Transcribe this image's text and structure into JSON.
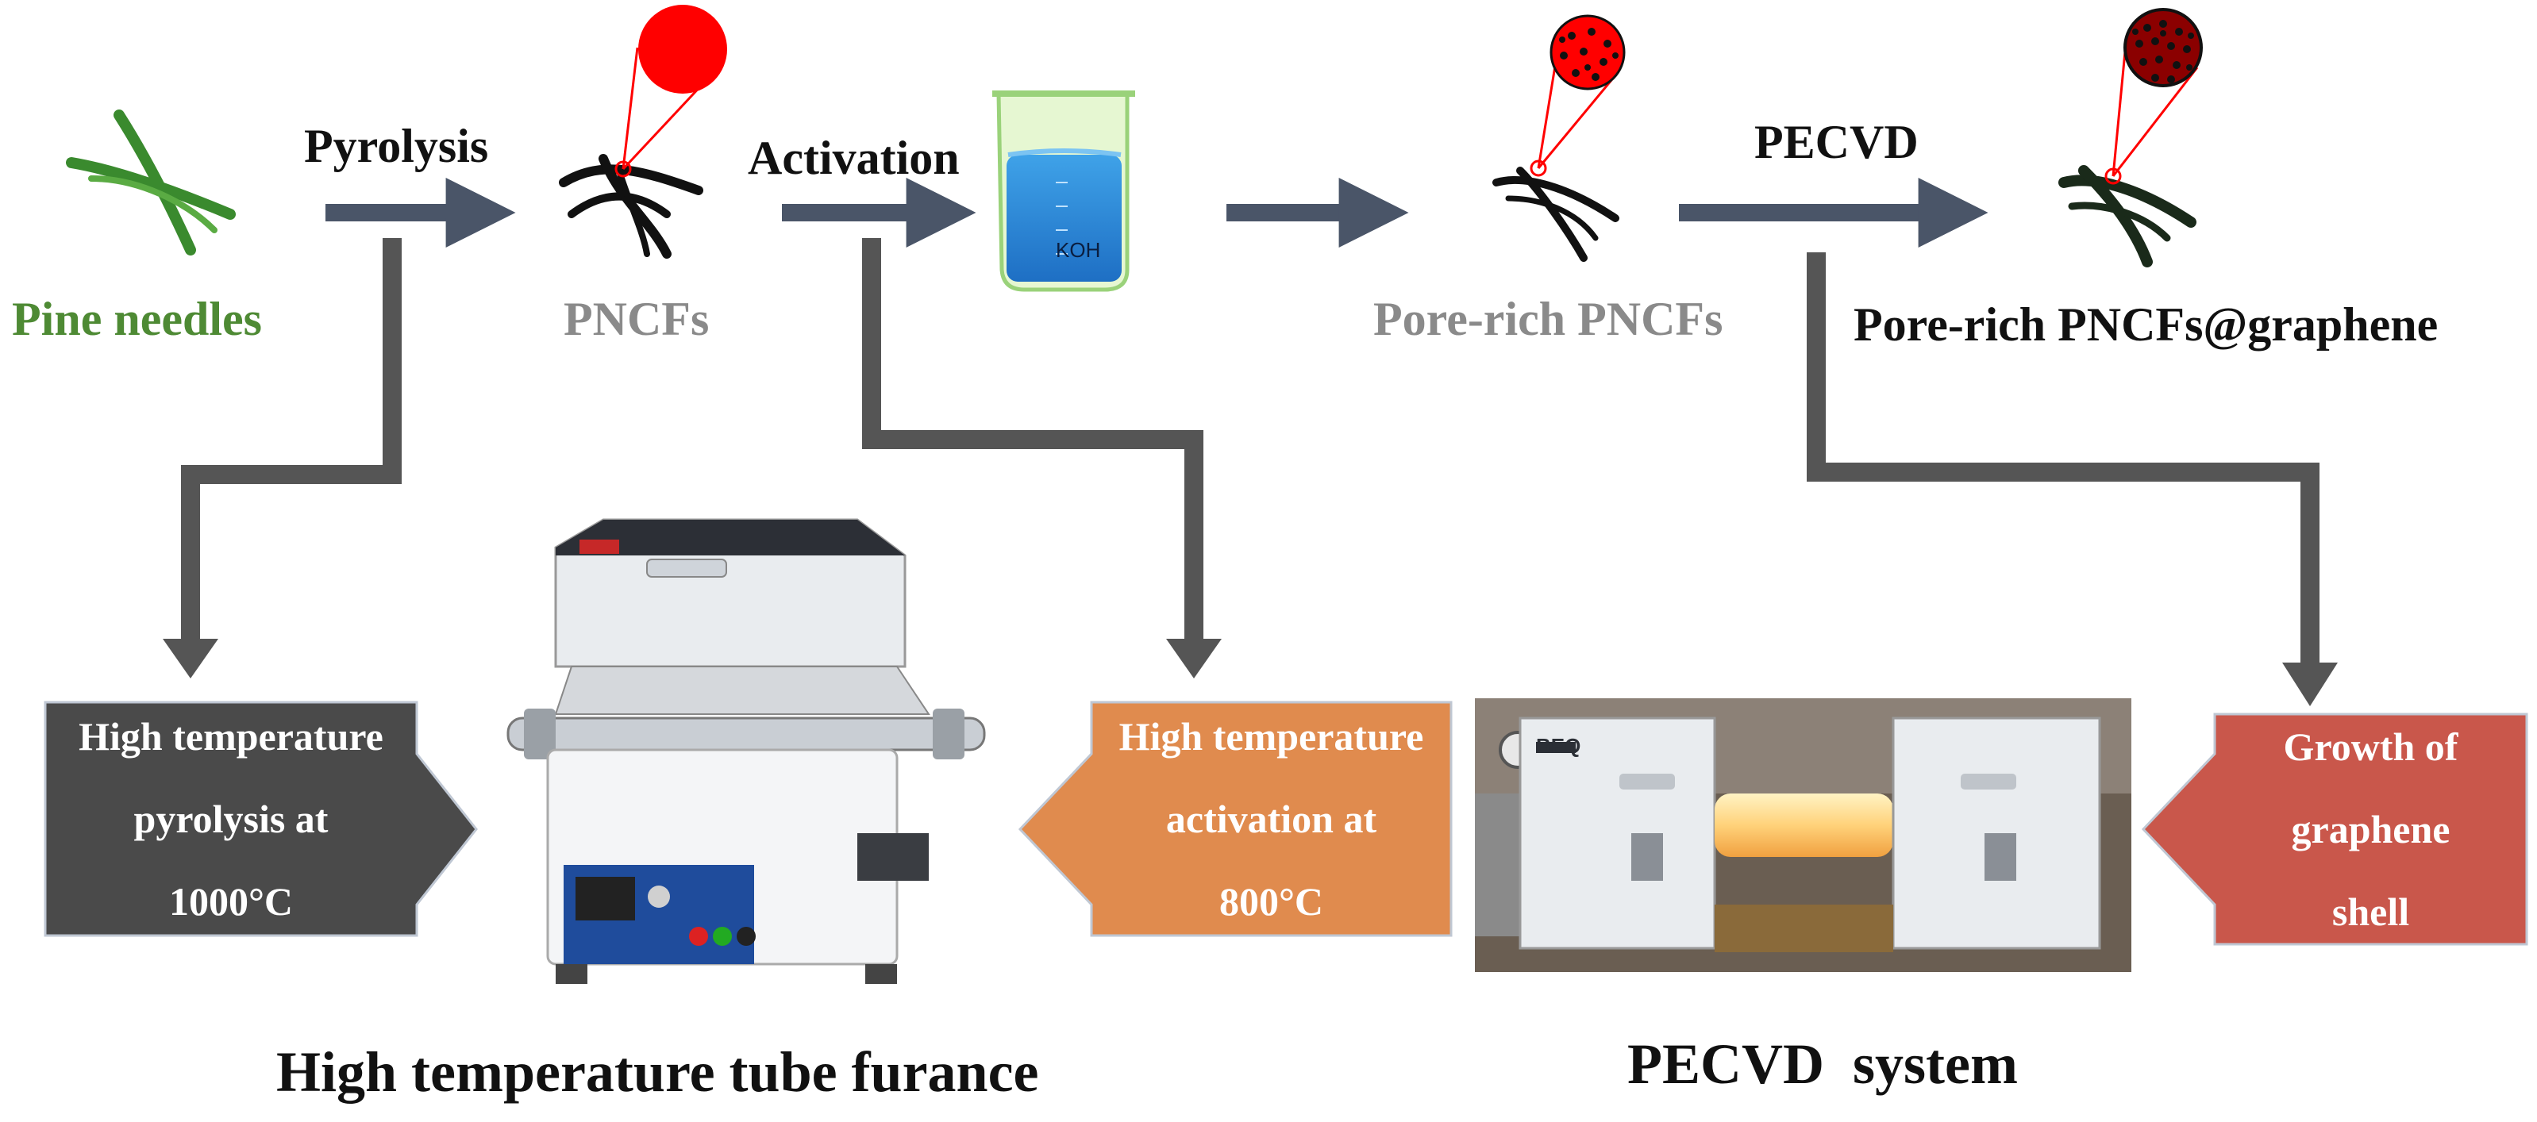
{
  "materials": {
    "pine_needles": "Pine needles",
    "pncfs": "PNCFs",
    "pore_rich": "Pore-rich PNCFs",
    "pore_rich_graphene": "Pore-rich PNCFs@graphene"
  },
  "steps": {
    "pyrolysis": "Pyrolysis",
    "activation": "Activation",
    "pecvd": "PECVD"
  },
  "reagent": "KOH",
  "boxes": {
    "pyrolysis": {
      "lines": [
        "High temperature",
        "pyrolysis at",
        "1000°C"
      ],
      "color": "#4a4a4a"
    },
    "activation": {
      "lines": [
        "High temperature",
        "activation at",
        "800°C"
      ],
      "color": "#e08b4e"
    },
    "growth": {
      "lines": [
        "Growth of",
        "graphene",
        "shell"
      ],
      "color": "#c9574b"
    }
  },
  "captions": {
    "furnace": "High temperature tube furance",
    "pecvd_system": "PECVD  system"
  },
  "furnace_brand": "BEQ",
  "colors": {
    "arrow": "#4a5568",
    "connector": "#555555",
    "needle_green": "#3a8a2e",
    "zoom_red": "#ff0000"
  }
}
